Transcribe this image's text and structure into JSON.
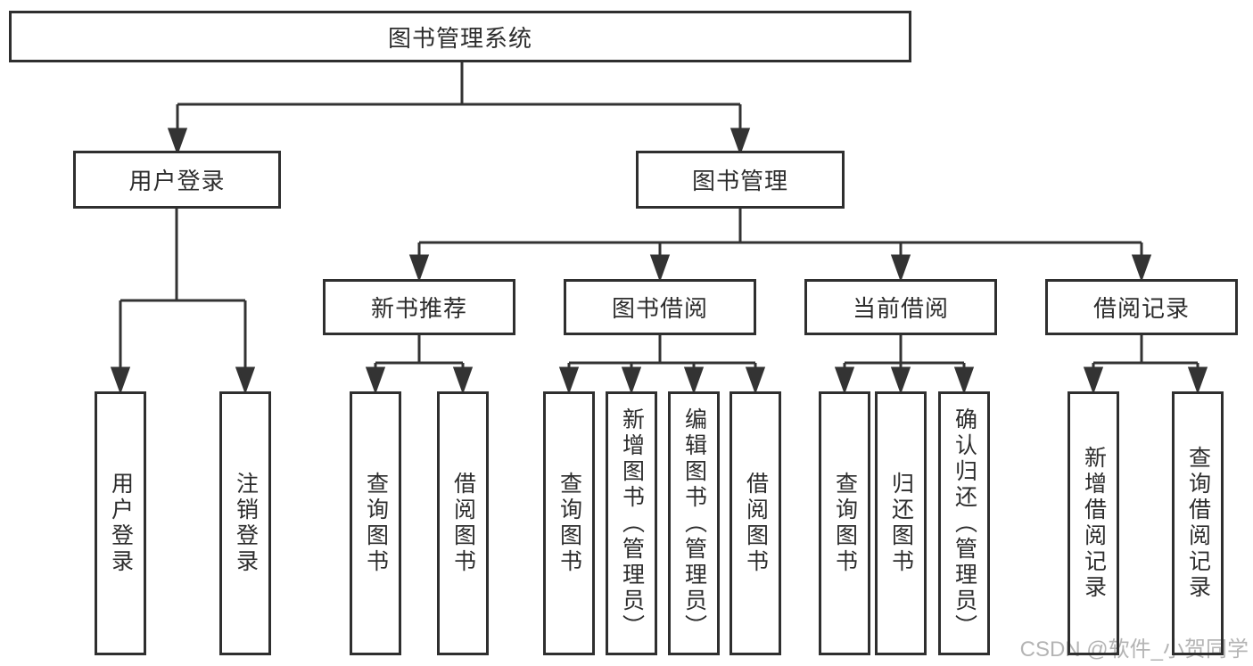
{
  "diagram": {
    "line_color": "#333333",
    "nodes": {
      "root": {
        "label": "图书管理系统"
      },
      "user_login": {
        "label": "用户登录"
      },
      "book_mgmt": {
        "label": "图书管理"
      },
      "new_books": {
        "label": "新书推荐"
      },
      "book_borrow": {
        "label": "图书借阅"
      },
      "current_borrow": {
        "label": "当前借阅"
      },
      "borrow_records": {
        "label": "借阅记录"
      },
      "leaf_user_login": {
        "label": "用户登录"
      },
      "leaf_logout": {
        "label": "注销登录"
      },
      "leaf_nb_query": {
        "label": "查询图书"
      },
      "leaf_nb_borrow": {
        "label": "借阅图书"
      },
      "leaf_bb_query": {
        "label": "查询图书"
      },
      "leaf_bb_add": {
        "label": "新增图书（管理员）"
      },
      "leaf_bb_edit": {
        "label": "编辑图书（管理员）"
      },
      "leaf_bb_borrow": {
        "label": "借阅图书"
      },
      "leaf_cb_query": {
        "label": "查询图书"
      },
      "leaf_cb_return": {
        "label": "归还图书"
      },
      "leaf_cb_confirm": {
        "label": "确认归还（管理员）"
      },
      "leaf_br_add": {
        "label": "新增借阅记录"
      },
      "leaf_br_query": {
        "label": "查询借阅记录"
      }
    }
  },
  "watermark": {
    "text": "CSDN @软件_小贺同学",
    "color": "#b4b4b4"
  }
}
